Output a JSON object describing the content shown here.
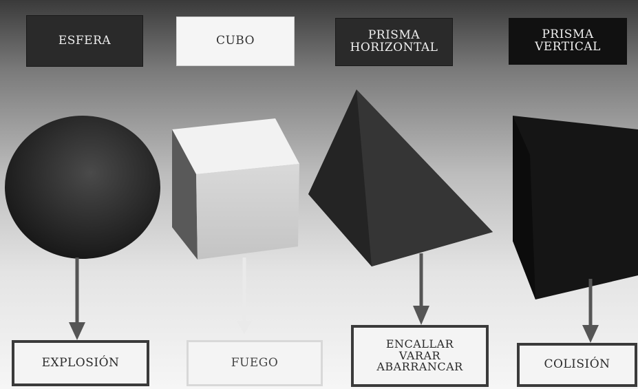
{
  "shapes": [
    {
      "label": "ESFERA",
      "result": "EXPLOSIÓN"
    },
    {
      "label": "CUBO",
      "result": "FUEGO"
    },
    {
      "label": "PRISMA\nHORIZONTAL",
      "result": "ENCALLAR\nVARAR\nABARRANCAR"
    },
    {
      "label": "PRISMA\nVERTICAL",
      "result": "COLISIÓN"
    }
  ],
  "colors": {
    "arrow": "#555555",
    "arrow_faint": "#e8e8e8"
  }
}
